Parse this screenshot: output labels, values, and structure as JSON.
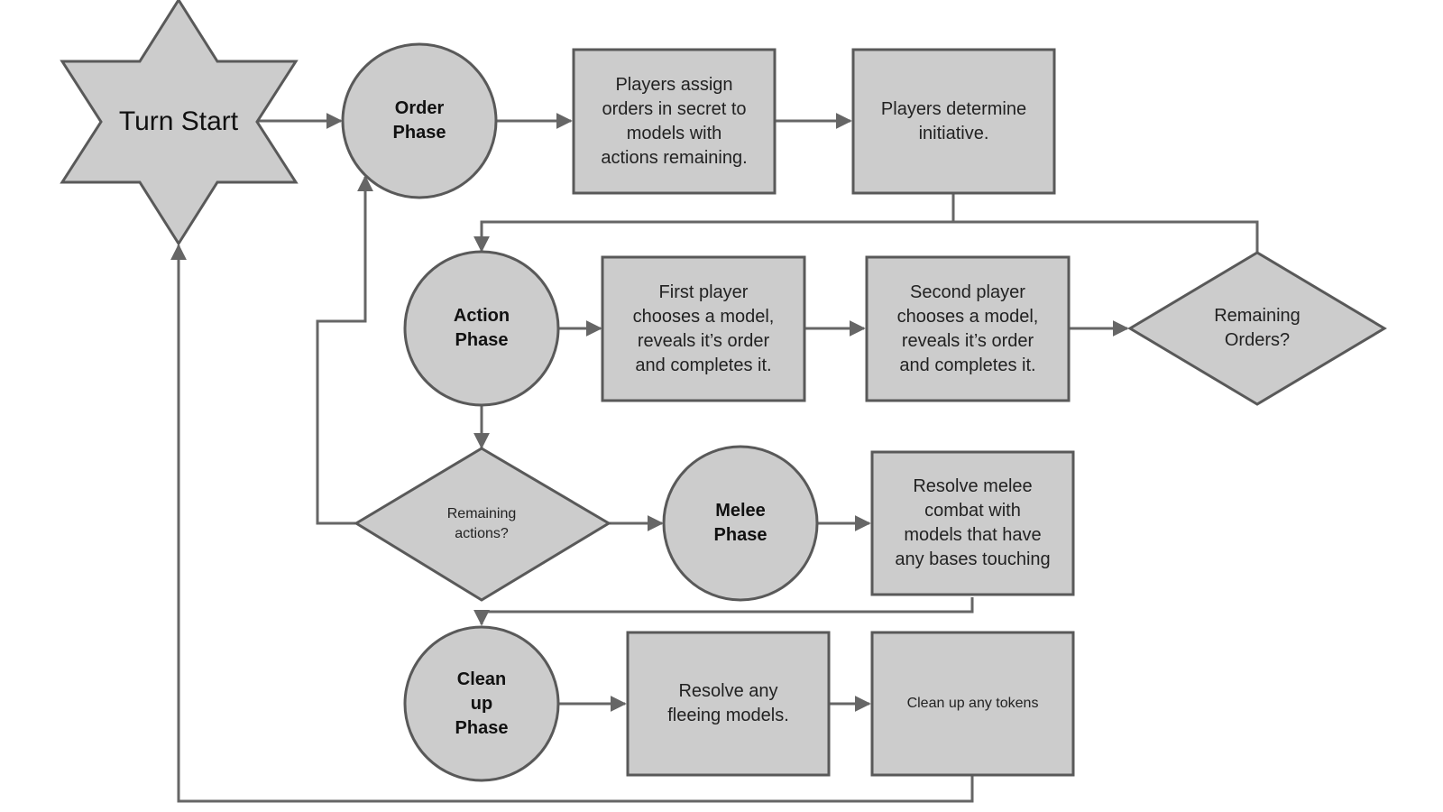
{
  "colors": {
    "shape_fill": "#cccccc",
    "shape_stroke": "#595959",
    "connector": "#666666",
    "background": "#ffffff"
  },
  "nodes": {
    "turn_start": "Turn Start",
    "order_phase": "Order\nPhase",
    "assign_orders": "Players assign\norders in secret to\nmodels with\nactions remaining.",
    "determine_initiative": "Players determine\ninitiative.",
    "action_phase": "Action\nPhase",
    "first_player": "First player\nchooses a model,\nreveals it’s order\nand completes it.",
    "second_player": "Second player\nchooses a model,\nreveals it’s order\nand completes it.",
    "remaining_orders": "Remaining\nOrders?",
    "remaining_actions": "Remaining\nactions?",
    "melee_phase": "Melee\nPhase",
    "resolve_melee": "Resolve melee\ncombat with\nmodels that have\nany bases touching",
    "cleanup_phase": "Clean\nup\nPhase",
    "resolve_fleeing": "Resolve any\nfleeing models.",
    "cleanup_tokens": "Clean up any tokens"
  }
}
